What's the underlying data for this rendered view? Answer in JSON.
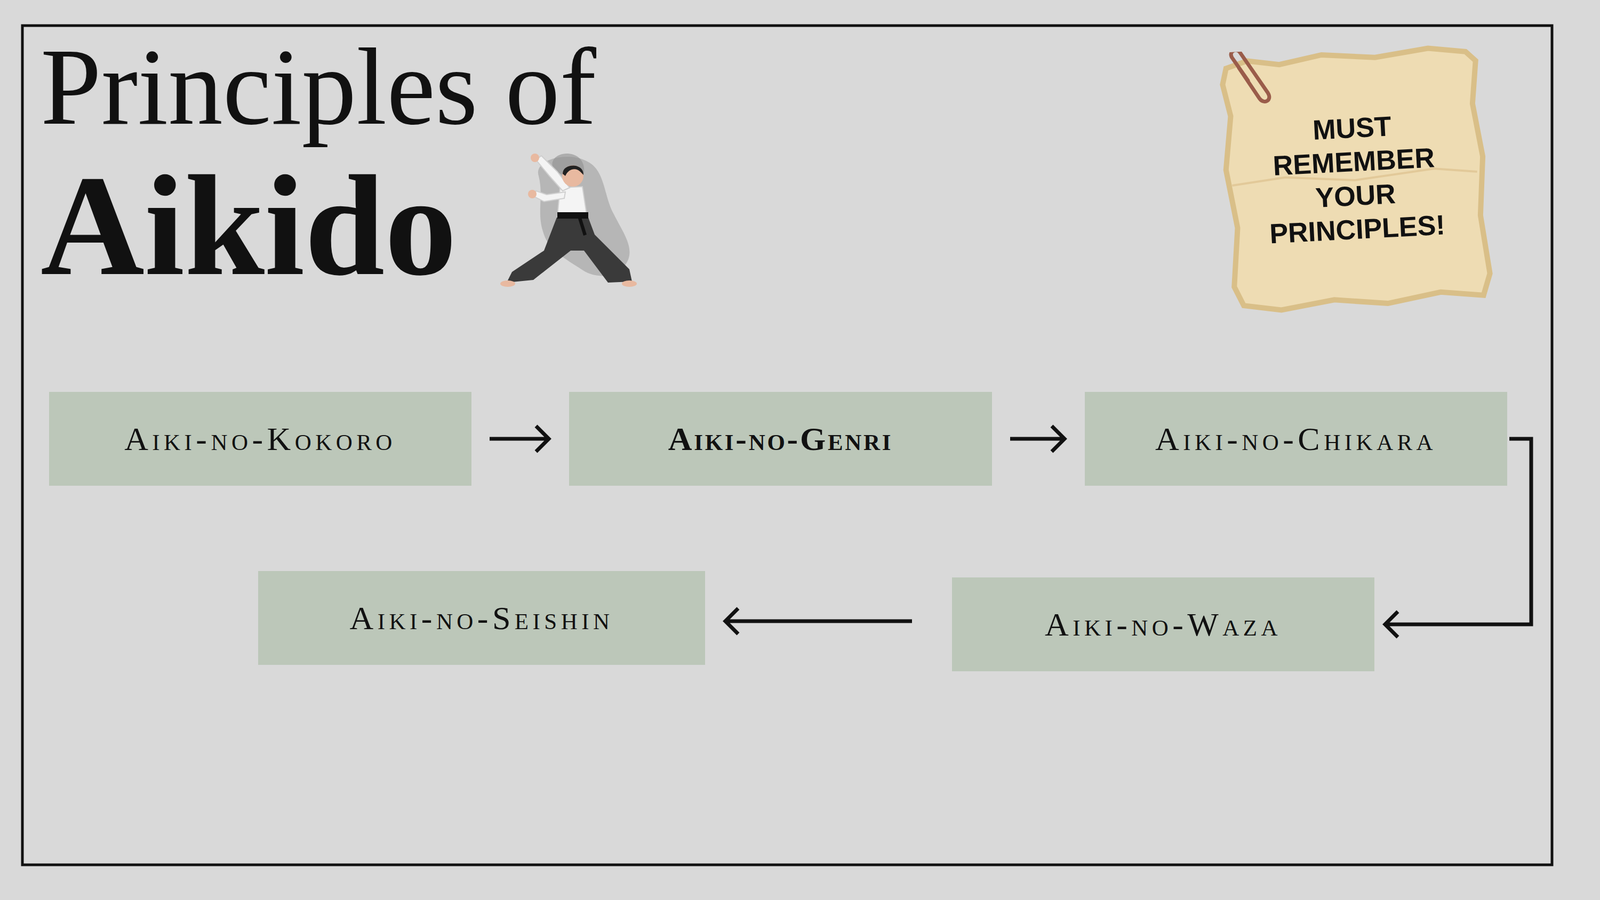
{
  "diagram": {
    "title": "Principles of Aikido",
    "nodes": [
      {
        "text": [
          "MUST REMEMBER YOUR PRINCIPLES!"
        ]
      },
      {
        "text": [
          "Aiki-no-Kokoro"
        ]
      },
      {
        "text": [
          "Aiki-no-Genri"
        ]
      },
      {
        "text": [
          "Aiki-no-Chikara"
        ]
      },
      {
        "text": [
          "Aiki-no-Waza"
        ]
      },
      {
        "text": [
          "Aiki-no-Seishin"
        ]
      }
    ],
    "edges": [
      {
        "from": 1,
        "to": 2,
        "arrow": "to"
      },
      {
        "from": 2,
        "to": 3,
        "arrow": "to"
      },
      {
        "from": 3,
        "to": 4,
        "arrow": "to"
      },
      {
        "from": 4,
        "to": 5,
        "arrow": "to"
      }
    ]
  }
}
